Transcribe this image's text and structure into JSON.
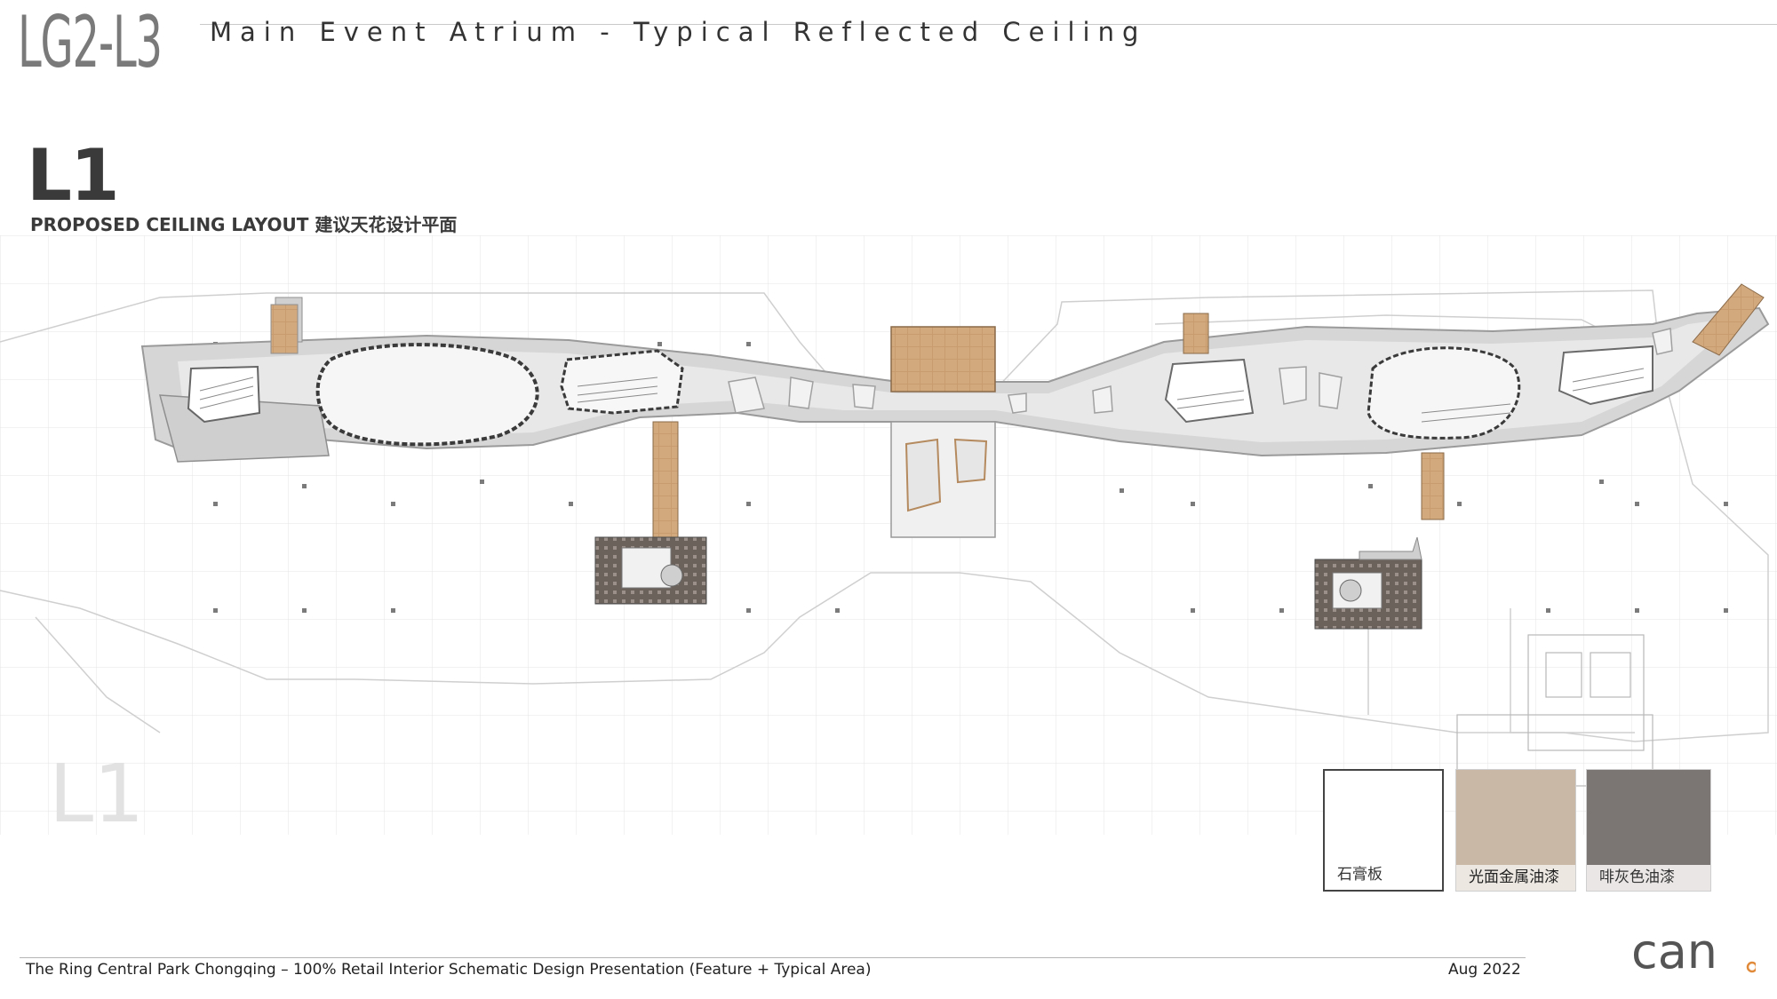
{
  "header": {
    "code": "LG2-L3",
    "title": "Main Event Atrium - Typical Reflected Ceiling"
  },
  "plan": {
    "level": "L1",
    "subtitle": "PROPOSED CEILING LAYOUT 建议天花设计平面",
    "watermark": "L1"
  },
  "materials": [
    {
      "label": "石膏板",
      "color": "#ffffff"
    },
    {
      "label": "光面金属油漆",
      "color": "#c9b8a6"
    },
    {
      "label": "啡灰色油漆",
      "color": "#7b7574"
    }
  ],
  "footer": {
    "text": "The Ring Central Park Chongqing – 100%  Retail Interior Schematic Design Presentation (Feature + Typical Area)",
    "date": "Aug 2022"
  },
  "logo": {
    "text": "can",
    "dot_color": "#e08a3a"
  }
}
